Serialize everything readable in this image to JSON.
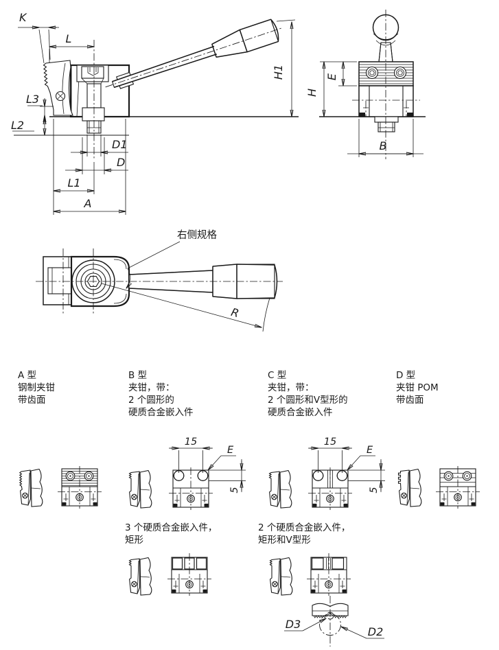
{
  "side_view": {
    "dim_k": "K",
    "dim_l": "L",
    "dim_l3": "L3",
    "dim_l2": "L2",
    "dim_d1": "D1",
    "dim_d": "D",
    "dim_l1": "L1",
    "dim_a": "A",
    "dim_h1": "H1"
  },
  "front_view": {
    "dim_e": "E",
    "dim_h": "H",
    "dim_b": "B"
  },
  "top_view": {
    "callout": "右侧规格",
    "dim_r": "R"
  },
  "types": [
    {
      "id": "A",
      "title": "A 型",
      "lines": [
        "钢制夹钳",
        "带齿面"
      ]
    },
    {
      "id": "B",
      "title": "B 型",
      "lines": [
        "夹钳，带：",
        "2 个圆形的",
        "硬质合金嵌入件"
      ]
    },
    {
      "id": "C",
      "title": "C 型",
      "lines": [
        "夹钳，带：",
        "2 个圆形和V型形的",
        "硬质合金嵌入件"
      ]
    },
    {
      "id": "D",
      "title": "D 型",
      "lines": [
        "夹钳 POM",
        "带齿面"
      ]
    }
  ],
  "variants": [
    {
      "title_line1": "3 个硬质合金嵌入件，",
      "title_line2": "矩形"
    },
    {
      "title_line1": "2 个硬质合金嵌入件，",
      "title_line2": "矩形和V型形"
    }
  ],
  "insert_dims": {
    "spacing": "15",
    "edge": "E",
    "depth": "5"
  },
  "profile_dims": {
    "d3": "D3",
    "d2": "D2"
  },
  "colors": {
    "line": "#1a1a1a",
    "background": "#ffffff"
  }
}
